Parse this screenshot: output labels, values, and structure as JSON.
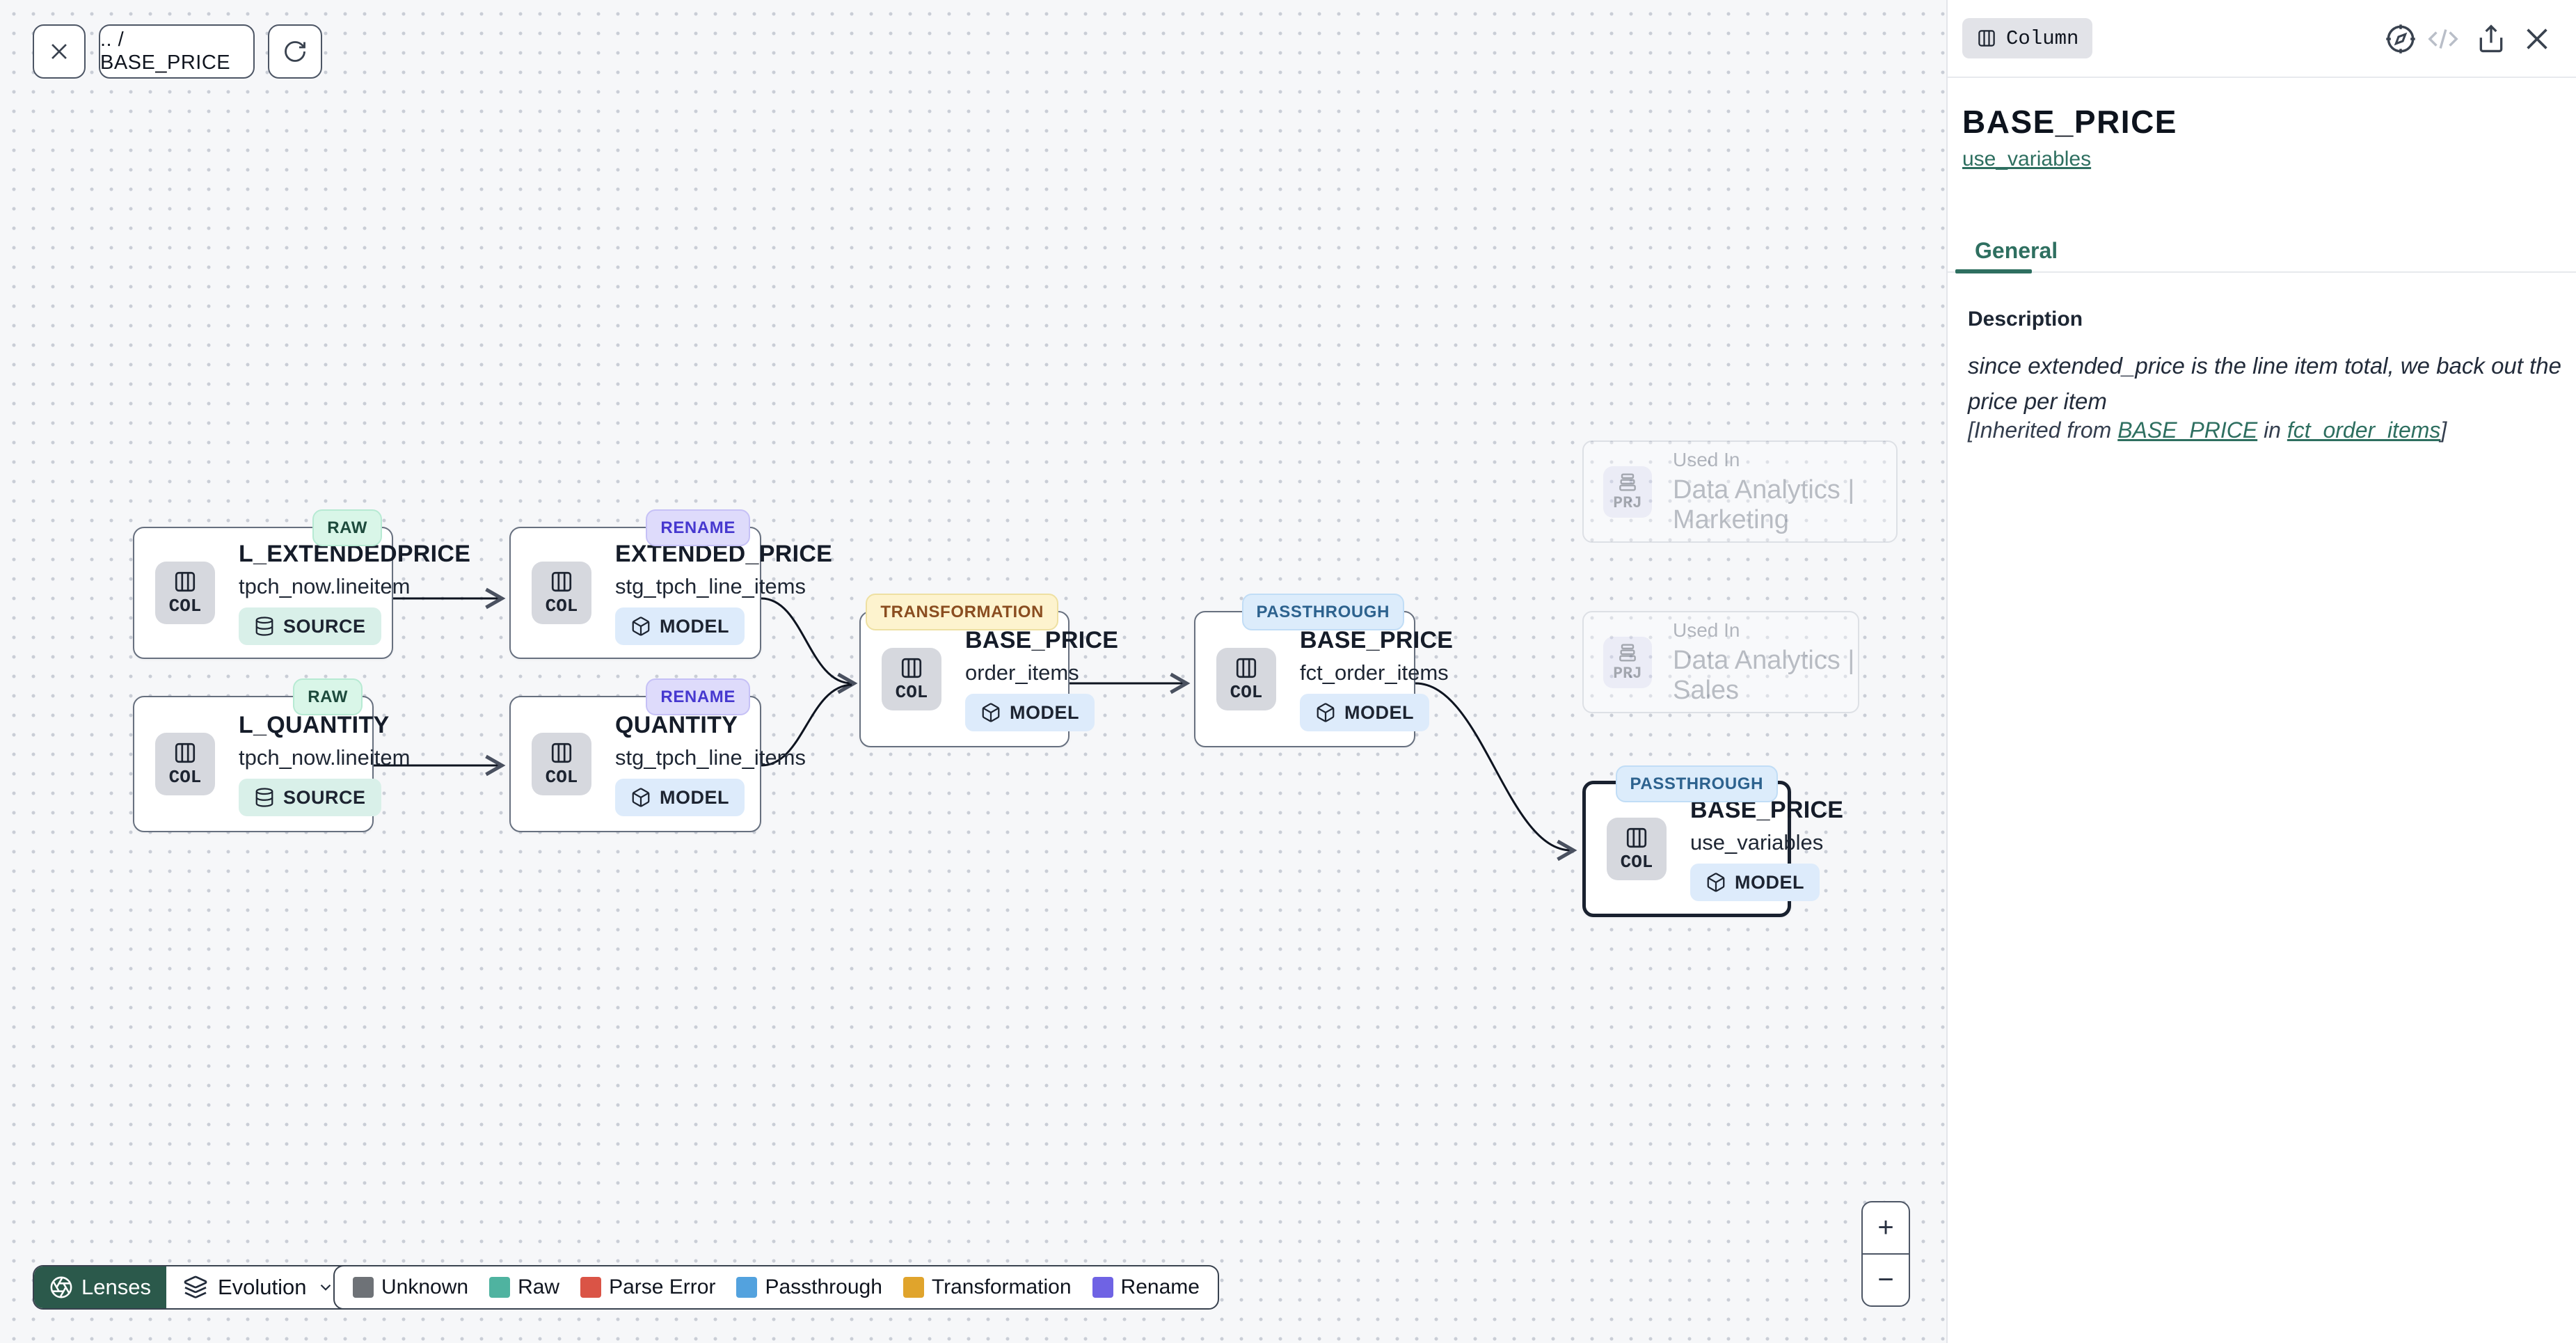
{
  "toolbar": {
    "breadcrumb": ".. / BASE_PRICE"
  },
  "canvas": {
    "nodes": [
      {
        "badge": "RAW",
        "title": "L_EXTENDEDPRICE",
        "subtitle": "tpch_now.lineitem",
        "kind": "COL",
        "type": "SOURCE"
      },
      {
        "badge": "RENAME",
        "title": "EXTENDED_PRICE",
        "subtitle": "stg_tpch_line_items",
        "kind": "COL",
        "type": "MODEL"
      },
      {
        "badge": "RAW",
        "title": "L_QUANTITY",
        "subtitle": "tpch_now.lineitem",
        "kind": "COL",
        "type": "SOURCE"
      },
      {
        "badge": "RENAME",
        "title": "QUANTITY",
        "subtitle": "stg_tpch_line_items",
        "kind": "COL",
        "type": "MODEL"
      },
      {
        "badge": "TRANSFORMATION",
        "title": "BASE_PRICE",
        "subtitle": "order_items",
        "kind": "COL",
        "type": "MODEL"
      },
      {
        "badge": "PASSTHROUGH",
        "title": "BASE_PRICE",
        "subtitle": "fct_order_items",
        "kind": "COL",
        "type": "MODEL"
      },
      {
        "badge": "PASSTHROUGH",
        "title": "BASE_PRICE",
        "subtitle": "use_variables",
        "kind": "COL",
        "type": "MODEL",
        "selected": true
      }
    ],
    "used_in": [
      {
        "kind": "PRJ",
        "label": "Used In",
        "project": "Data Analytics | Marketing"
      },
      {
        "kind": "PRJ",
        "label": "Used In",
        "project": "Data Analytics | Sales"
      }
    ],
    "edges": [
      {
        "from": "L_EXTENDEDPRICE (tpch_now.lineitem)",
        "to": "EXTENDED_PRICE (stg_tpch_line_items)"
      },
      {
        "from": "L_QUANTITY (tpch_now.lineitem)",
        "to": "QUANTITY (stg_tpch_line_items)"
      },
      {
        "from": "EXTENDED_PRICE (stg_tpch_line_items)",
        "to": "BASE_PRICE (order_items)"
      },
      {
        "from": "QUANTITY (stg_tpch_line_items)",
        "to": "BASE_PRICE (order_items)"
      },
      {
        "from": "BASE_PRICE (order_items)",
        "to": "BASE_PRICE (fct_order_items)"
      },
      {
        "from": "BASE_PRICE (fct_order_items)",
        "to": "BASE_PRICE (use_variables)"
      }
    ]
  },
  "footer": {
    "lenses_label": "Lenses",
    "lens_selected": "Evolution",
    "legend": {
      "items": [
        {
          "label": "Unknown",
          "color": "#6e7277"
        },
        {
          "label": "Raw",
          "color": "#4fb3a0"
        },
        {
          "label": "Parse Error",
          "color": "#da5446"
        },
        {
          "label": "Passthrough",
          "color": "#53a2de"
        },
        {
          "label": "Transformation",
          "color": "#e0a42c"
        },
        {
          "label": "Rename",
          "color": "#6f63e4"
        }
      ]
    }
  },
  "zoom_controls": {
    "zoom_in": "+",
    "zoom_out": "−"
  },
  "panel": {
    "type_badge": "Column",
    "title": "BASE_PRICE",
    "model_link": "use_variables",
    "tabs": [
      {
        "label": "General",
        "active": true
      }
    ],
    "description_label": "Description",
    "description": "since extended_price is the line item total, we back out the price per item",
    "inherited_prefix": "[Inherited from ",
    "inherited_link_column": "BASE_PRICE",
    "inherited_middle": " in ",
    "inherited_link_model": "fct_order_items",
    "inherited_suffix": "]"
  },
  "colors": {
    "accent_teal": "#2e6f60",
    "lenses_button_bg": "#2b594b",
    "selected_node_border": "#19212f",
    "canvas_bg": "#f6f7f9"
  }
}
